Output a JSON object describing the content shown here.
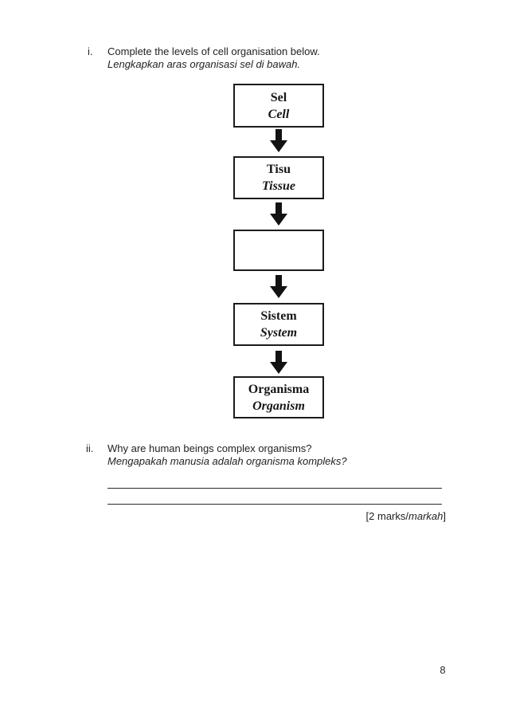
{
  "question_i": {
    "number": "i.",
    "text_en": "Complete the levels of cell organisation below.",
    "text_ms": "Lengkapkan aras organisasi sel di bawah."
  },
  "flowchart": {
    "arrow_color": "#121212",
    "boxes": [
      {
        "line1": "Sel",
        "line2": "Cell"
      },
      {
        "line1": "Tisu",
        "line2": "Tissue"
      },
      {
        "line1": "",
        "line2": ""
      },
      {
        "line1": "Sistem",
        "line2": "System"
      },
      {
        "line1": "Organisma",
        "line2": "Organism"
      }
    ]
  },
  "question_ii": {
    "number": "ii.",
    "text_en": "Why are human beings complex organisms?",
    "text_ms": "Mengapakah manusia adalah organisma kompleks?",
    "marks": {
      "prefix": "[2 marks/",
      "italic": "markah",
      "suffix": "]"
    }
  },
  "footer": {
    "page_number": "8"
  }
}
